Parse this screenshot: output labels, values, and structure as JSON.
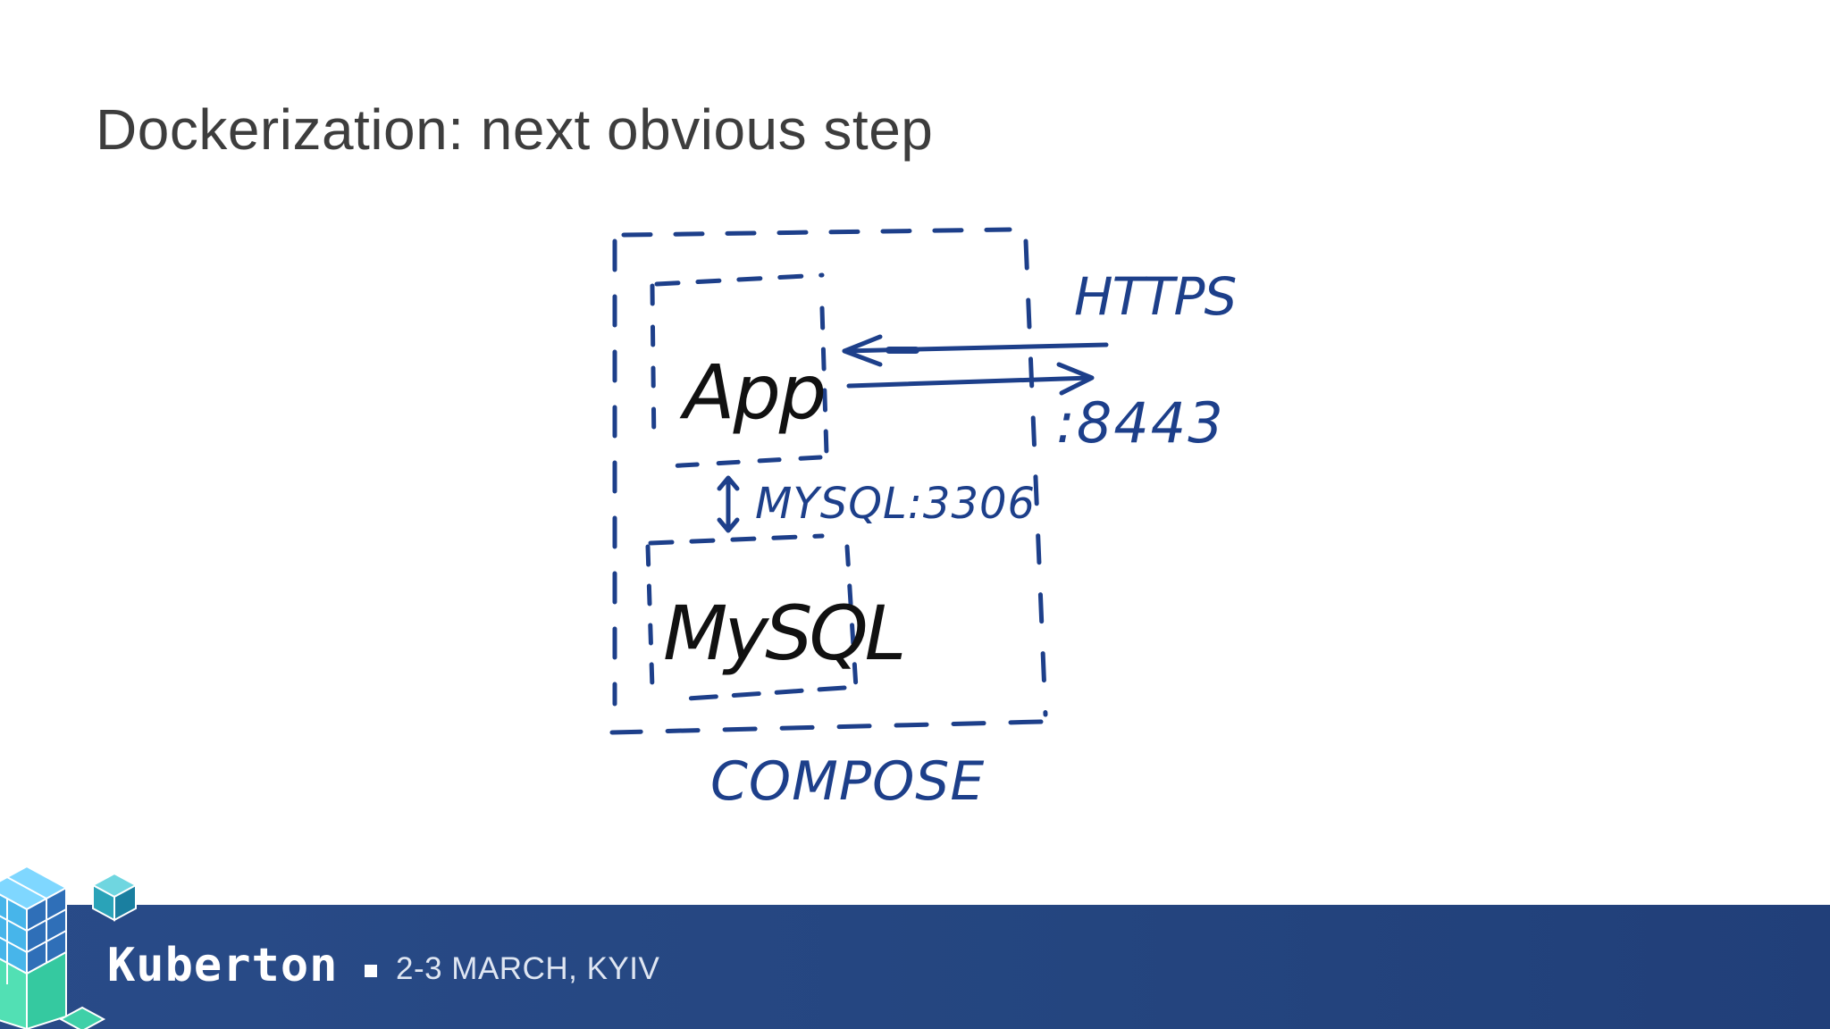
{
  "slide": {
    "title": "Dockerization: next obvious step"
  },
  "diagram": {
    "outer_box_label": "COMPOSE",
    "app_label": "App",
    "db_label": "MySQL",
    "db_link_label": "MYSQL:3306",
    "external_protocol_label": "HTTPS",
    "external_port_label": ":8443",
    "ink_color": "#1d3f8a",
    "text_ink_color": "#111111"
  },
  "footer": {
    "brand": "Kuberton",
    "event_date": "2-3 MARCH, KYIV",
    "bar_color": "#24457f",
    "logo_icon": "stacked-cubes-icon"
  }
}
